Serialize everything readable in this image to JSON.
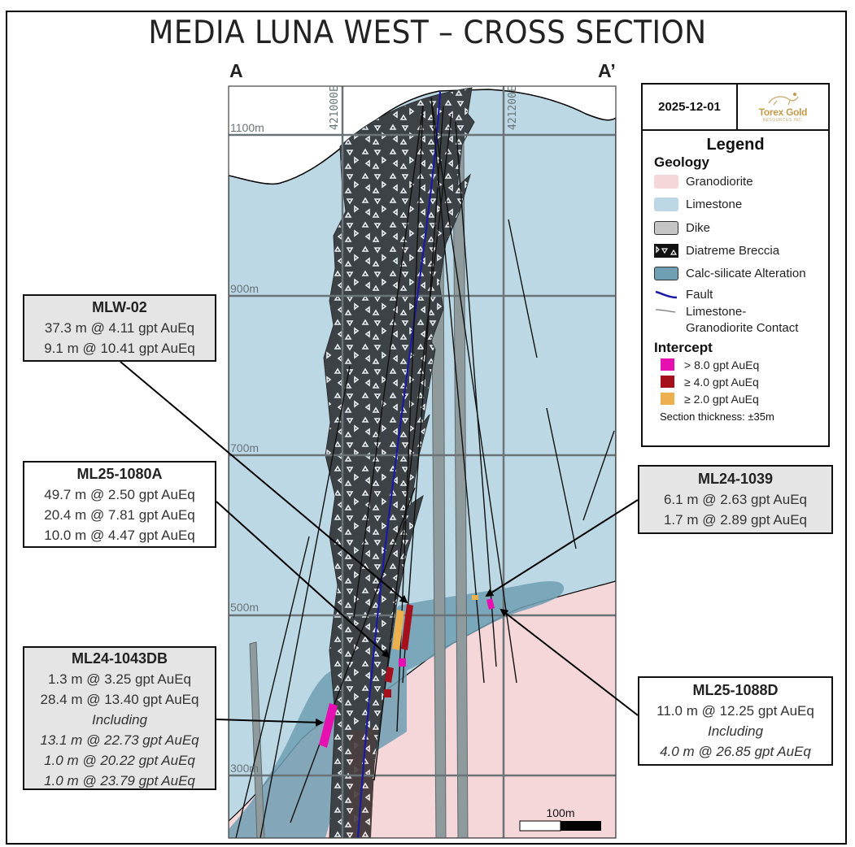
{
  "title": "MEDIA LUNA WEST – CROSS SECTION",
  "section_labels": {
    "start": "A",
    "end": "A’"
  },
  "elevations": [
    "1100m",
    "900m",
    "700m",
    "500m",
    "300m"
  ],
  "eastings": [
    "421000E",
    "421200E"
  ],
  "scale_bar": {
    "label": "100m"
  },
  "legend": {
    "date": "2025-12-01",
    "logo": {
      "name": "Torex Gold",
      "sub": "RESOURCES INC."
    },
    "title": "Legend",
    "geology_heading": "Geology",
    "geology": [
      {
        "label": "Granodiorite",
        "color": "#f6d7d9"
      },
      {
        "label": "Limestone",
        "color": "#bcd8e4"
      },
      {
        "label": "Dike",
        "color": "#c5c5c5"
      },
      {
        "label": "Diatreme Breccia",
        "color": "#111111"
      },
      {
        "label": "Calc-silicate Alteration",
        "color": "#6e9fb3"
      },
      {
        "label": "Fault",
        "color": "#1a1aa6"
      },
      {
        "label": "Limestone-",
        "label2": "Granodiorite Contact",
        "color": "#777777"
      }
    ],
    "intercept_heading": "Intercept",
    "intercepts": [
      {
        "label": "> 8.0 gpt AuEq",
        "color": "#e60fb0"
      },
      {
        "label": "≥ 4.0 gpt AuEq",
        "color": "#a6101c"
      },
      {
        "label": "≥ 2.0 gpt AuEq",
        "color": "#edb04e"
      }
    ],
    "note": "Section thickness: ±35m"
  },
  "callouts": {
    "mlw02": {
      "hole": "MLW-02",
      "lines": [
        "37.3 m @ 4.11 gpt AuEq",
        "9.1 m @ 10.41 gpt AuEq"
      ]
    },
    "ml25_1080a": {
      "hole": "ML25-1080A",
      "lines": [
        "49.7 m @ 2.50 gpt AuEq",
        "20.4 m @ 7.81 gpt AuEq",
        "10.0 m @ 4.47 gpt AuEq"
      ]
    },
    "ml24_1043db": {
      "hole": "ML24-1043DB",
      "lines": [
        "1.3 m @ 3.25 gpt AuEq",
        "28.4 m @ 13.40 gpt AuEq"
      ],
      "including": "Including",
      "incl_lines": [
        "13.1 m @ 22.73 gpt AuEq",
        "1.0 m @ 20.22 gpt AuEq",
        "1.0 m @ 23.79 gpt AuEq"
      ]
    },
    "ml24_1039": {
      "hole": "ML24-1039",
      "lines": [
        "6.1 m @ 2.63 gpt AuEq",
        "1.7 m @ 2.89 gpt AuEq"
      ]
    },
    "ml25_1088d": {
      "hole": "ML25-1088D",
      "lines": [
        "11.0 m @ 12.25 gpt AuEq"
      ],
      "including": "Including",
      "incl_lines": [
        "4.0 m @ 26.85 gpt AuEq"
      ]
    }
  }
}
